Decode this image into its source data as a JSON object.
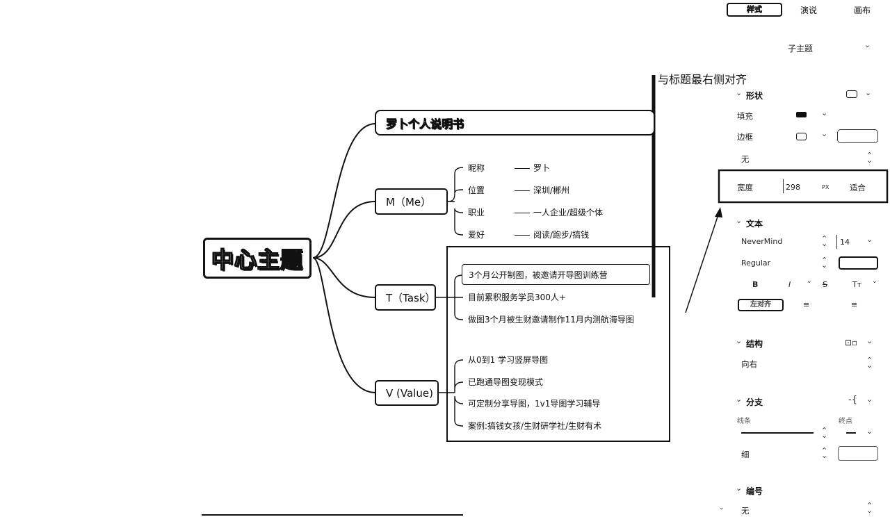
{
  "mindmap": {
    "central_topic": "中心主题",
    "title_branch": "罗卜个人说明书",
    "branches": [
      {
        "label": "M（Me）",
        "items": [
          {
            "key": "昵称",
            "value": "罗卜"
          },
          {
            "key": "位置",
            "value": "深圳/郴州"
          },
          {
            "key": "职业",
            "value": "一人企业/超级个体"
          },
          {
            "key": "爱好",
            "value": "阅读/跑步/搞钱"
          }
        ]
      },
      {
        "label": "T（Task）",
        "items": [
          "3个月公开制图，被邀请开导图训练营",
          "目前累积服务学员300人+",
          "做图3个月被生财邀请制作11月内测航海导图"
        ]
      },
      {
        "label": "V (Value)",
        "items": [
          "从0到1 学习竖屏导图",
          "已跑通导图变现模式",
          "可定制分享导图，1v1导图学习辅导",
          "案例:搞钱女孩/生财研学社/生财有术"
        ]
      }
    ],
    "annotation": "与标题最右侧对齐"
  },
  "panel": {
    "tabs": [
      "样式",
      "演说",
      "画布"
    ],
    "active_tab": "样式",
    "topic_selector": "子主题",
    "shape": {
      "heading": "形状",
      "fill_label": "填充",
      "border_label": "边框",
      "border_style_value": "无",
      "width_label": "宽度",
      "width_value": "298",
      "width_unit": "PX",
      "fit_button": "适合"
    },
    "text": {
      "heading": "文本",
      "font_family": "NeverMind",
      "font_size": "14",
      "font_weight": "Regular",
      "bold": "B",
      "italic": "I",
      "strike": "S",
      "case": "Tт",
      "align_active": "左对齐"
    },
    "structure": {
      "heading": "结构",
      "value": "向右"
    },
    "branch": {
      "heading": "分支",
      "line_label": "线条",
      "end_label": "终点",
      "thickness_value": "细"
    },
    "numbering": {
      "heading": "编号",
      "value": "无"
    }
  }
}
